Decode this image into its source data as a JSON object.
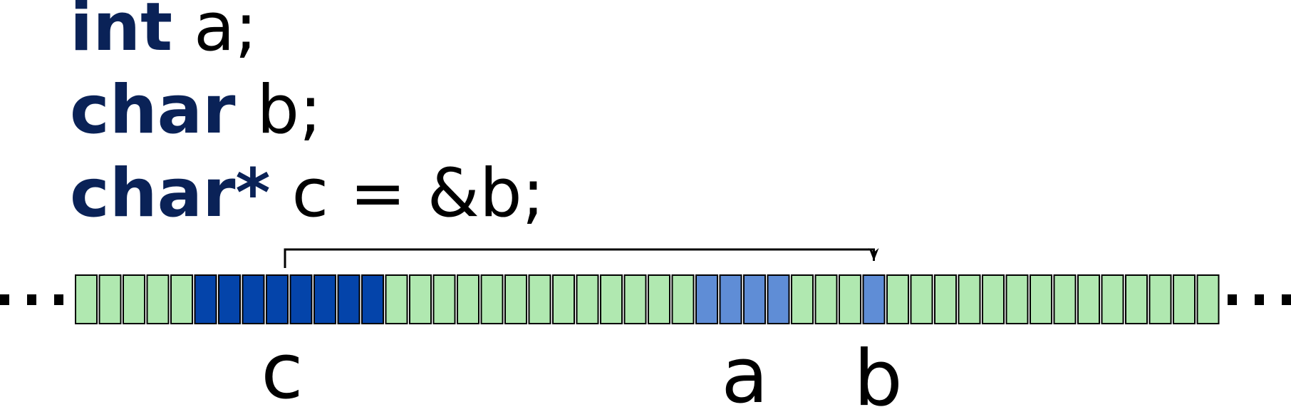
{
  "code": {
    "lines": [
      {
        "keyword": "int",
        "rest": " a;"
      },
      {
        "keyword": "char",
        "rest": " b;"
      },
      {
        "keyword": "char*",
        "rest": " c = &b;"
      }
    ]
  },
  "memory": {
    "cell_count": 48,
    "ellipsis_left": "...",
    "ellipsis_right": "...",
    "colors": {
      "free": "#b0e8b0",
      "pointer": "#0444aa",
      "variable": "#5f8dd6",
      "outline": "#000000"
    },
    "regions": [
      {
        "name": "c",
        "start_index": 5,
        "length": 8,
        "kind": "pointer"
      },
      {
        "name": "a",
        "start_index": 26,
        "length": 4,
        "kind": "variable"
      },
      {
        "name": "b",
        "start_index": 33,
        "length": 1,
        "kind": "variable"
      }
    ],
    "pointer_arrow": {
      "from": "c",
      "to": "b"
    }
  },
  "labels": {
    "c": "c",
    "a": "a",
    "b": "b"
  }
}
